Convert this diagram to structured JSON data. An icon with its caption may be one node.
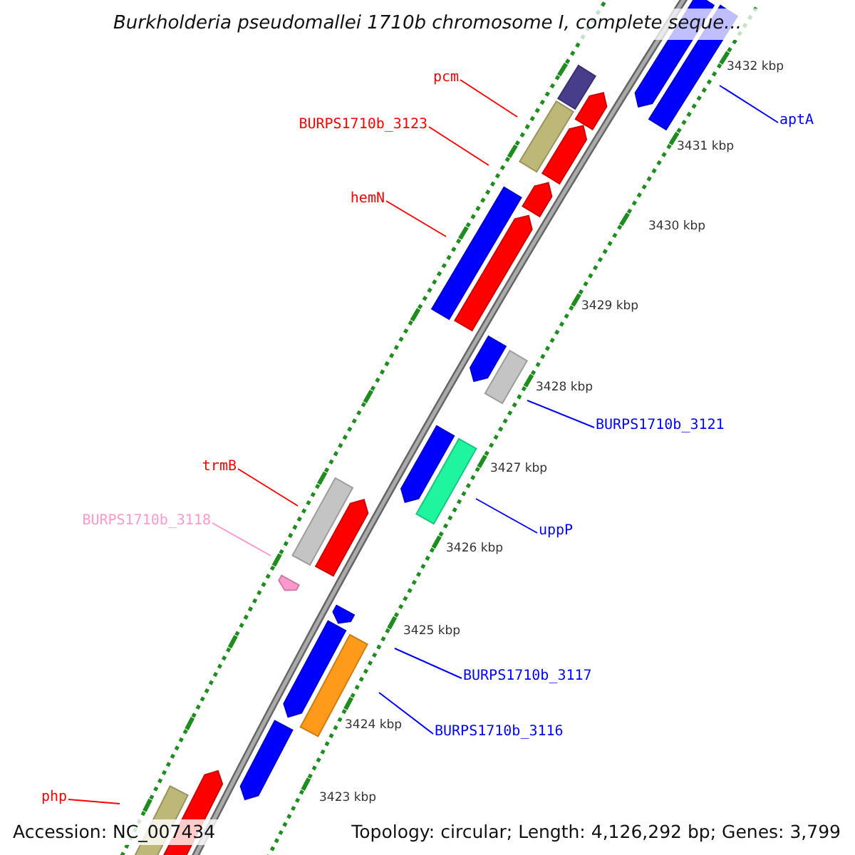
{
  "diagram": {
    "title": "Burkholderia pseudomallei 1710b chromosome I, complete seque...",
    "nodes": [
      {
        "text": [
          "pcm"
        ]
      },
      {
        "text": [
          "BURPS1710b_3123"
        ]
      },
      {
        "text": [
          "hemN"
        ]
      },
      {
        "text": [
          "aptA"
        ]
      },
      {
        "text": [
          "BURPS1710b_3121"
        ]
      },
      {
        "text": [
          "trmB"
        ]
      },
      {
        "text": [
          "BURPS1710b_3118"
        ]
      },
      {
        "text": [
          "uppP"
        ]
      },
      {
        "text": [
          "BURPS1710b_3117"
        ]
      },
      {
        "text": [
          "BURPS1710b_3116"
        ]
      },
      {
        "text": [
          "php"
        ]
      }
    ],
    "edges": [
      {
        "from": 0,
        "to": null,
        "arrow": "none",
        "color": "#ff0000"
      },
      {
        "from": 1,
        "to": null,
        "arrow": "none",
        "color": "#ff0000"
      },
      {
        "from": 2,
        "to": null,
        "arrow": "none",
        "color": "#ff0000"
      },
      {
        "from": 3,
        "to": null,
        "arrow": "none",
        "color": "#0000ff"
      },
      {
        "from": 4,
        "to": null,
        "arrow": "none",
        "color": "#0000ff"
      },
      {
        "from": 5,
        "to": null,
        "arrow": "none",
        "color": "#ff0000"
      },
      {
        "from": 6,
        "to": null,
        "arrow": "none",
        "color": "#ff99cc"
      },
      {
        "from": 7,
        "to": null,
        "arrow": "none",
        "color": "#0000ff"
      },
      {
        "from": 8,
        "to": null,
        "arrow": "none",
        "color": "#0000ff"
      },
      {
        "from": 9,
        "to": null,
        "arrow": "none",
        "color": "#0000ff"
      },
      {
        "from": 10,
        "to": null,
        "arrow": "none",
        "color": "#ff0000"
      }
    ],
    "labels": [
      "3432 kbp",
      "3431 kbp",
      "3430 kbp",
      "3429 kbp",
      "3428 kbp",
      "3427 kbp",
      "3426 kbp",
      "3425 kbp",
      "3424 kbp",
      "3423 kbp",
      "Accession: NC_007434",
      "Topology: circular; Length: 4,126,292 bp; Genes: 3,799"
    ]
  }
}
